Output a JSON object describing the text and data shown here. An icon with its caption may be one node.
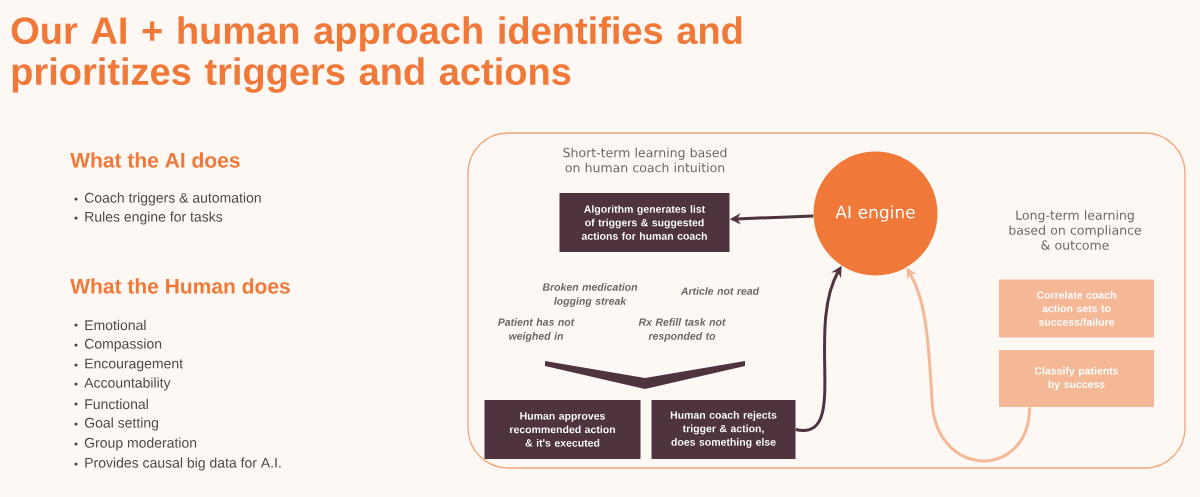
{
  "diagram": {
    "title": "Our AI + human approach identifies and prioritizes triggers and actions",
    "nodes": [
      {
        "text": [
          "Short-term learning based on human coach intuition",
          "Long-term learning based on compliance & outcome"
        ]
      },
      {
        "text": [
          "Algorithm generates list of triggers & suggested actions for human coach"
        ],
        "in": 0
      },
      {
        "text": [
          "AI engine"
        ],
        "in": 0
      },
      {
        "text": [
          "Human approves recommended action & it's executed"
        ],
        "in": 0
      },
      {
        "text": [
          "Human coach rejects trigger & action, does something else"
        ],
        "in": 0
      },
      {
        "text": [
          "Correlate coach action sets to success/failure"
        ],
        "in": 0
      },
      {
        "text": [
          "Classify patients by success"
        ],
        "in": 0
      }
    ],
    "edges": [
      {
        "from": 2,
        "to": 1,
        "arrow": "to"
      },
      {
        "from": 4,
        "to": 2,
        "arrow": "to"
      },
      {
        "from": 6,
        "to": 2,
        "arrow": "to",
        "color": "#f4b896"
      }
    ],
    "labels": [
      "What the AI does",
      "Coach triggers & automation",
      "Rules engine for tasks",
      "What the Human does",
      "Emotional",
      "Compassion",
      "Encouragement",
      "Accountability",
      "Functional",
      "Goal setting",
      "Group moderation",
      "Provides causal big data for A.I.",
      "Broken medication logging streak",
      "Article not read",
      "Patient has not weighed in",
      "Rx Refill task not responded to"
    ]
  }
}
